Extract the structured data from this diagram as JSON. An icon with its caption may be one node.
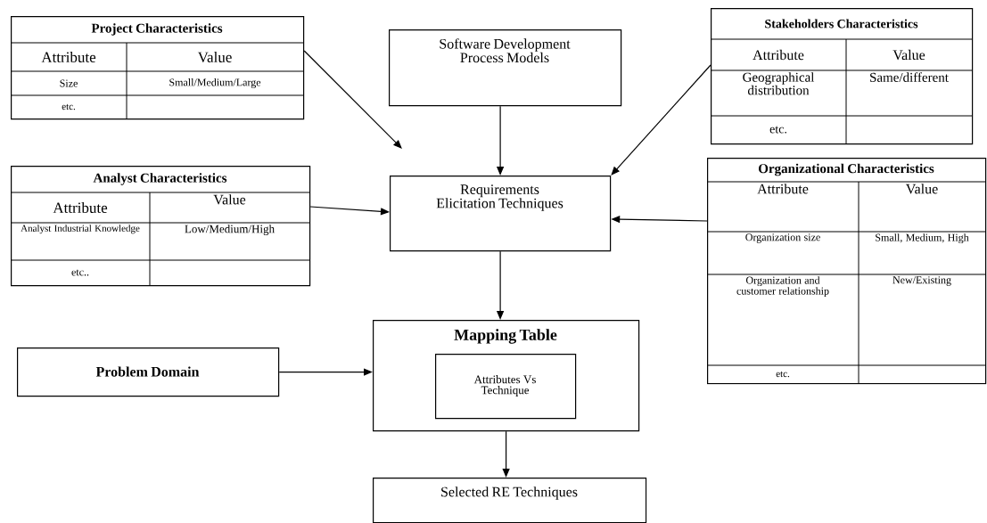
{
  "diagram": {
    "nodes": [
      {
        "text": [
          "Project Characteristics",
          "Attribute",
          "Value",
          "Size",
          "Small/Medium/Large",
          "etc."
        ]
      },
      {
        "text": [
          "Software Development Process Models"
        ]
      },
      {
        "text": [
          "Stakeholders Characteristics",
          "Attribute",
          "Value",
          "Geographical distribution",
          "Same/different",
          "etc."
        ]
      },
      {
        "text": [
          "Analyst Characteristics",
          "Attribute",
          "Value",
          "Analyst Industrial Knowledge",
          "Low/Medium/High",
          "etc.."
        ]
      },
      {
        "text": [
          "Requirements Elicitation Techniques"
        ]
      },
      {
        "text": [
          "Organizational Characteristics",
          "Attribute",
          "Value",
          "Organization size",
          "Small, Medium, High",
          "Organization and customer relationship",
          "New/Existing",
          "etc."
        ]
      },
      {
        "text": [
          "Mapping Table"
        ]
      },
      {
        "text": [
          "Attributes Vs Technique"
        ],
        "in": 6
      },
      {
        "text": [
          "Problem Domain"
        ]
      },
      {
        "text": [
          "Selected RE Techniques"
        ]
      }
    ],
    "edges": [
      {
        "from": 0,
        "to": null,
        "arrow": "to"
      },
      {
        "from": 1,
        "to": 4,
        "arrow": "to"
      },
      {
        "from": 2,
        "to": 4,
        "arrow": "to"
      },
      {
        "from": 3,
        "to": 4,
        "arrow": "to"
      },
      {
        "from": 5,
        "to": 4,
        "arrow": "to"
      },
      {
        "from": 4,
        "to": 6,
        "arrow": "to"
      },
      {
        "from": 8,
        "to": 6,
        "arrow": "to"
      },
      {
        "from": 6,
        "to": 9,
        "arrow": "to"
      }
    ]
  }
}
